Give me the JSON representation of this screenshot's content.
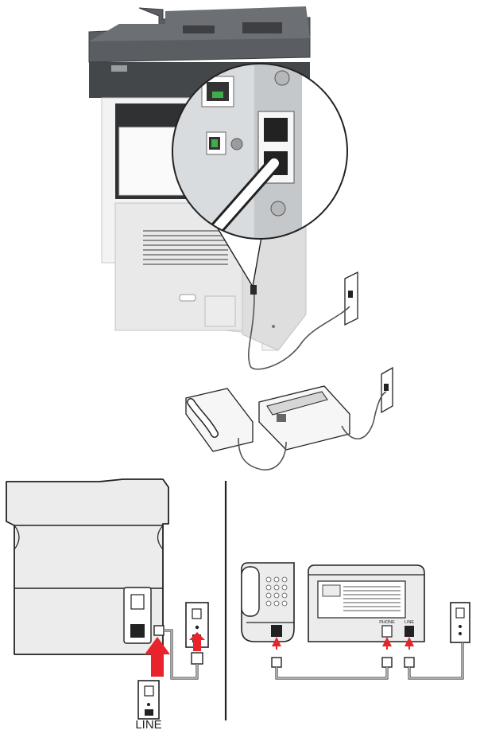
{
  "bottom_left_panel": {
    "wall_jack_label": "LINE"
  },
  "bottom_right_panel": {
    "answering_machine": {
      "port_phone_label": "PHONE",
      "port_line_label": "LINE"
    }
  },
  "colors": {
    "arrow": "#e8232b",
    "outline": "#222222",
    "device_fill": "#ececec",
    "printer_dark": "#4a4d50"
  }
}
